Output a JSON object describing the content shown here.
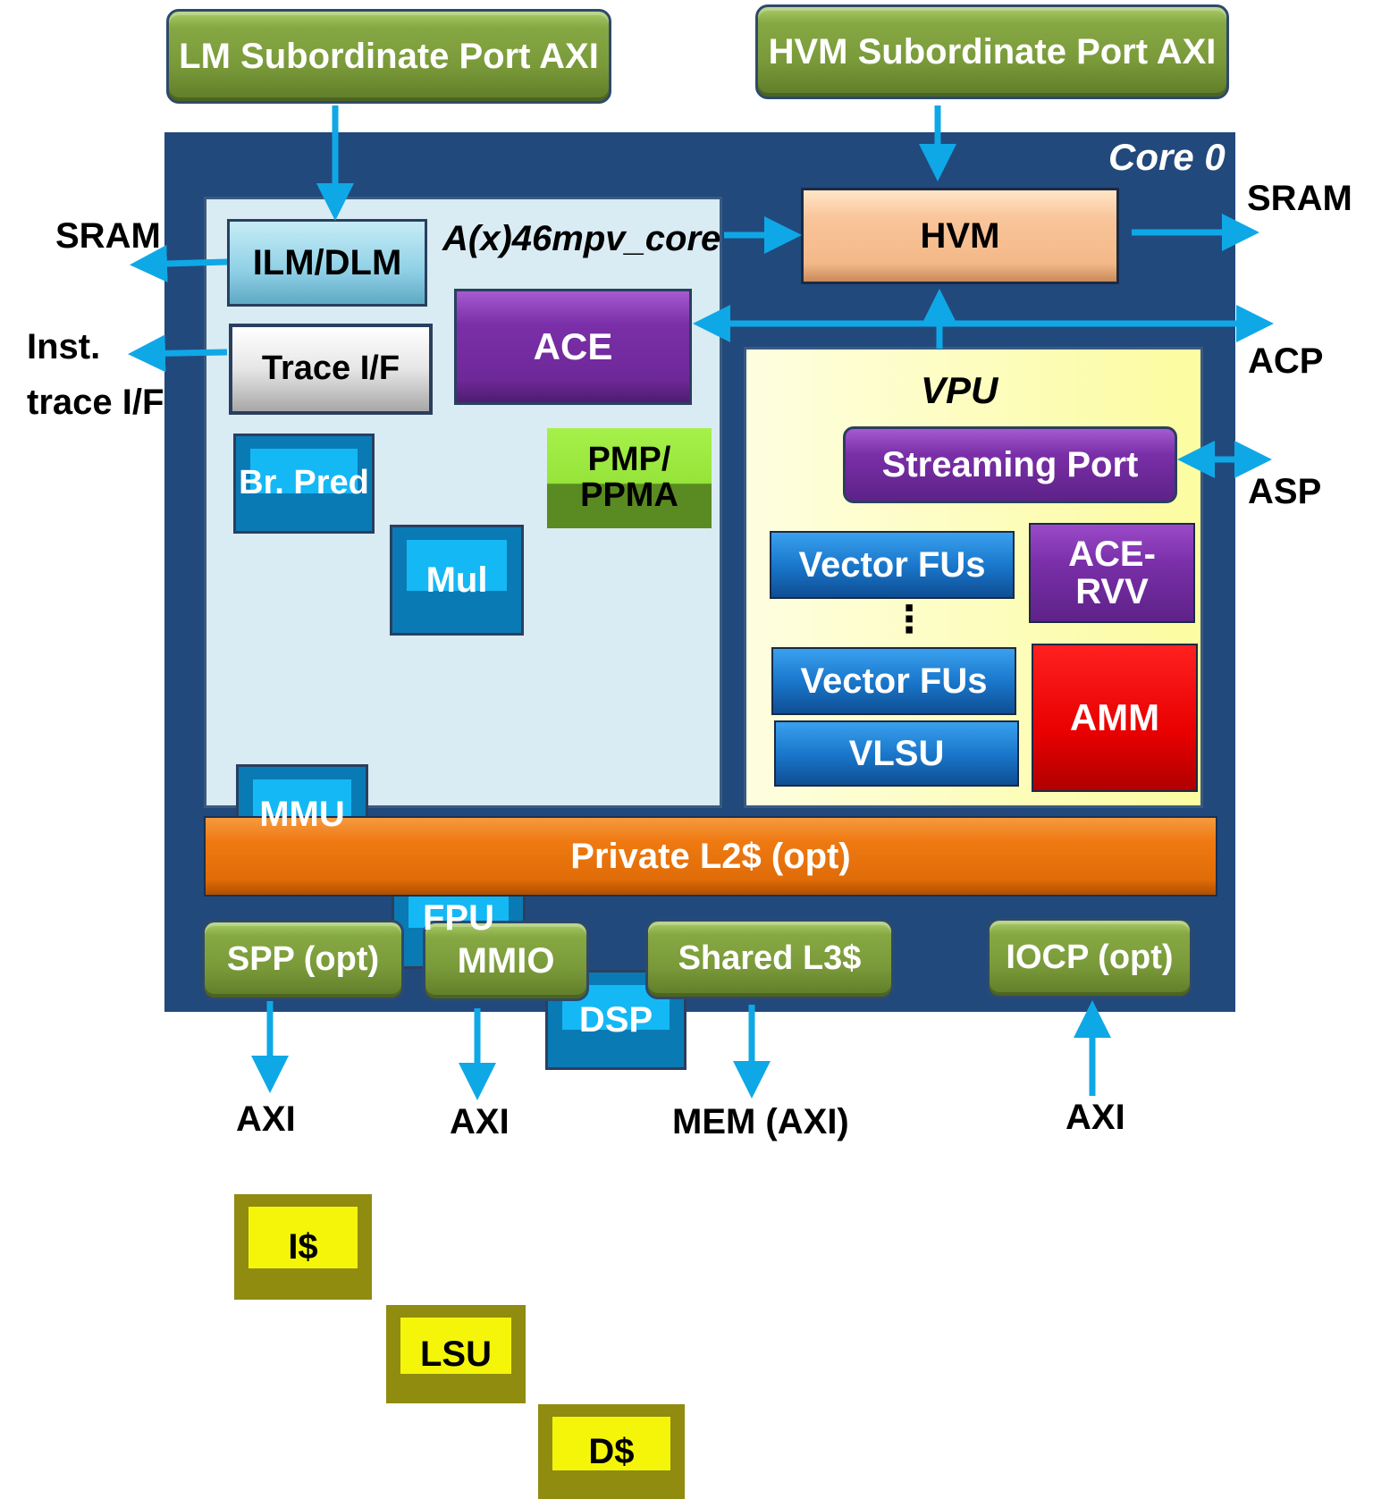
{
  "top_ports": {
    "lm_port": "LM Subordinate Port AXI",
    "hvm_port": "HVM Subordinate Port AXI"
  },
  "core": {
    "title": "Core 0",
    "cpu": {
      "title": "A(x)46mpv_core",
      "ilm_dlm": "ILM/DLM",
      "trace": "Trace I/F",
      "ace": "ACE",
      "units": [
        "Br. Pred",
        "Mul",
        "PMP/ PPMA",
        "MMU",
        "FPU",
        "DSP",
        "I$",
        "LSU",
        "D$"
      ]
    },
    "hvm": "HVM",
    "vpu": {
      "title": "VPU",
      "streaming_port": "Streaming Port",
      "vector_fus_1": "Vector FUs",
      "ellipsis": "⋮",
      "vector_fus_2": "Vector FUs",
      "vlsu": "VLSU",
      "ace_rvv": "ACE- RVV",
      "amm": "AMM"
    },
    "l2": "Private L2$ (opt)",
    "bottom_ports": [
      "SPP (opt)",
      "MMIO",
      "Shared L3$",
      "IOCP (opt)"
    ]
  },
  "external_labels": {
    "sram_left": "SRAM",
    "inst_trace_1": "Inst.",
    "inst_trace_2": "trace I/F",
    "sram_right": "SRAM",
    "acp": "ACP",
    "asp": "ASP",
    "bottom": [
      "AXI",
      "AXI",
      "MEM (AXI)",
      "AXI"
    ]
  },
  "colors": {
    "core_frame": "#22497c",
    "arrow": "#0fa8e6",
    "cpu_bg": "#d9ebf3",
    "vpu_bg": "#fcfca8",
    "port_green": "#7a9a3a",
    "ace_purple": "#7a2fa8",
    "hvm_peach": "#f9c59a",
    "amm_red": "#e80000",
    "l2_orange": "#ef7a12"
  }
}
